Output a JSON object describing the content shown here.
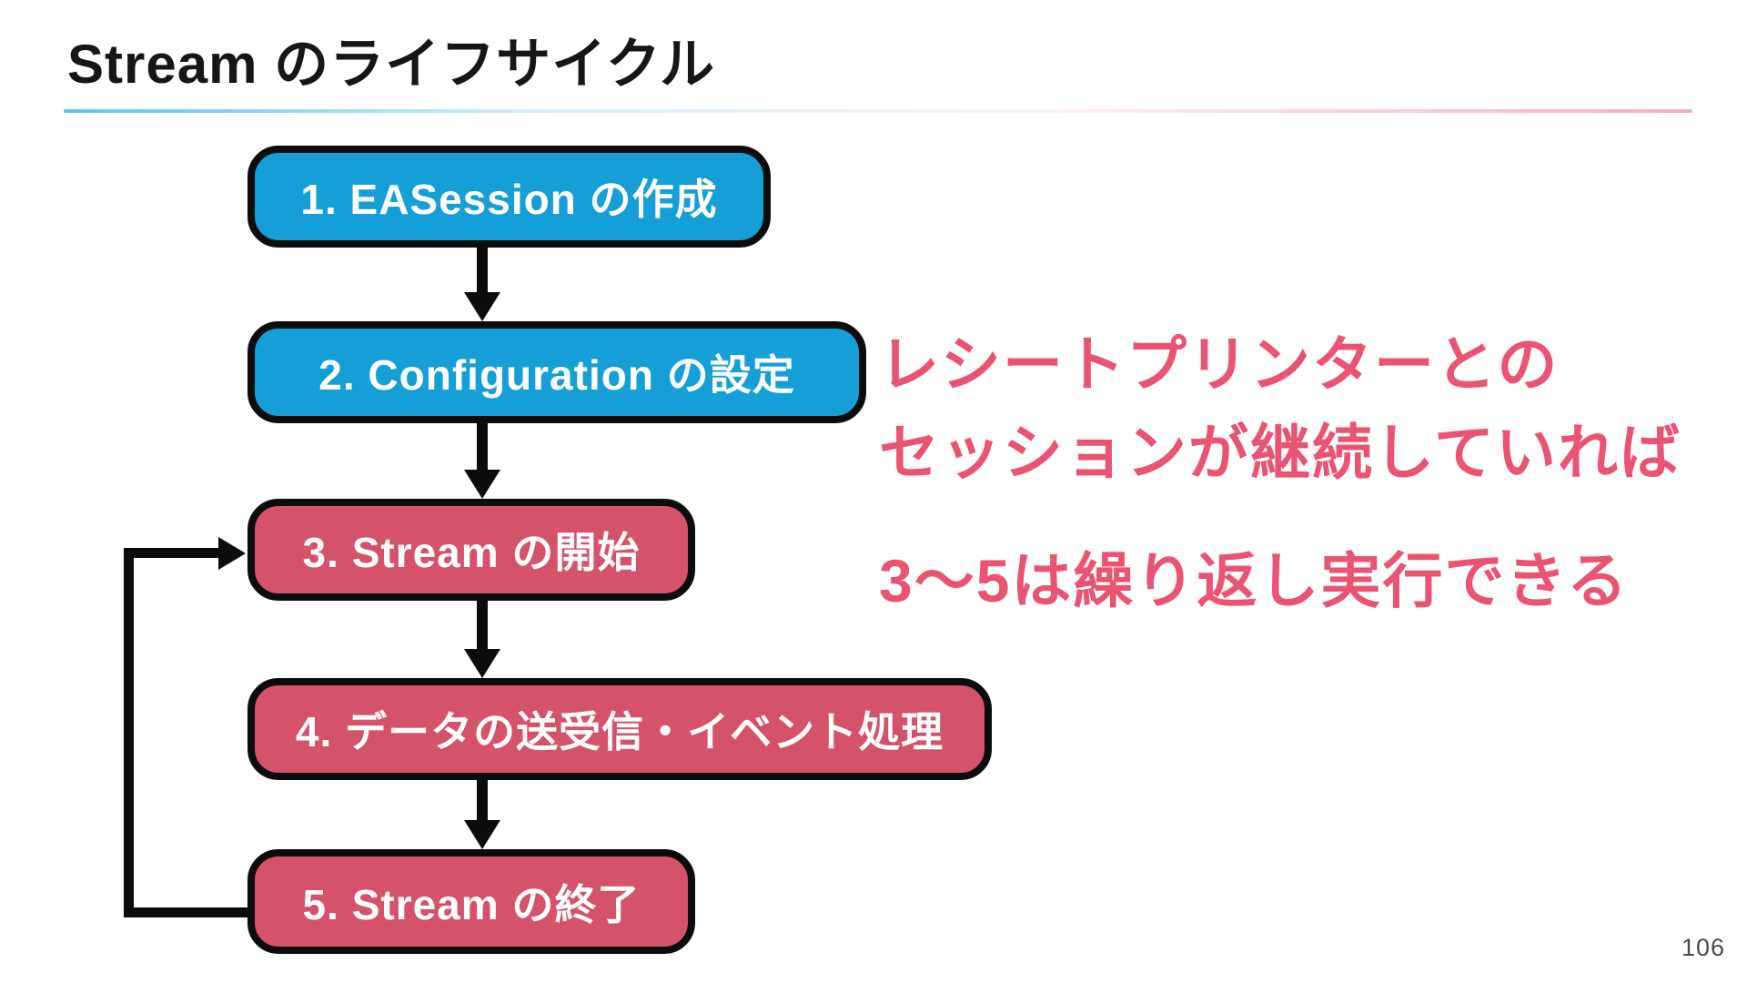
{
  "slide": {
    "title": "Stream のライフサイクル",
    "page_number": "106"
  },
  "flowchart": {
    "steps": [
      {
        "label": "1. EASession の作成",
        "fill": "#159FD6"
      },
      {
        "label": "2. Configuration の設定",
        "fill": "#159FD6"
      },
      {
        "label": "3. Stream の開始",
        "fill": "#D4536B"
      },
      {
        "label": "4. データの送受信・イベント処理",
        "fill": "#D4536B"
      },
      {
        "label": "5. Stream の終了",
        "fill": "#D4536B"
      }
    ]
  },
  "annotation": {
    "line1": "レシートプリンターとの",
    "line2": "セッションが継続していれば",
    "line3": "3〜5は繰り返し実行できる",
    "color": "#EA5372"
  },
  "colors": {
    "blue_box": "#159FD6",
    "red_box": "#D4536B",
    "accent_text": "#EA5372",
    "outline_black": "#0C0C0C",
    "divider_left": "#5BC6EE",
    "divider_right": "#F4B0BC"
  }
}
